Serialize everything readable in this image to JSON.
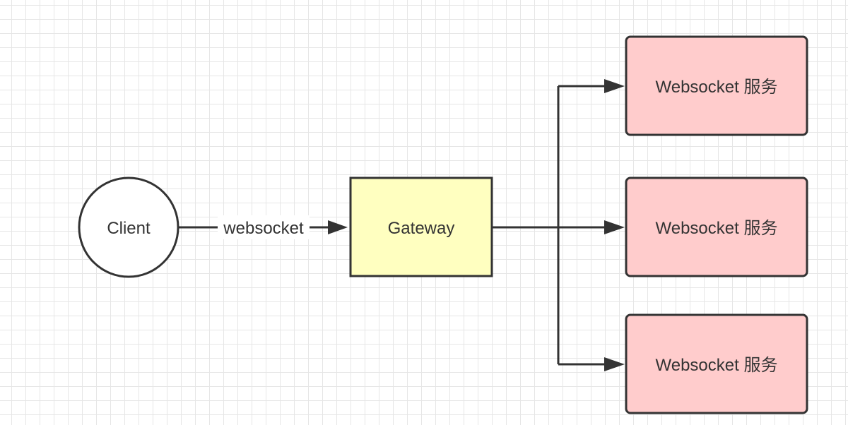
{
  "diagram": {
    "client": {
      "label": "Client"
    },
    "gateway": {
      "label": "Gateway"
    },
    "edge_client_gateway": {
      "label": "websocket"
    },
    "services": [
      {
        "label": "Websocket 服务"
      },
      {
        "label": "Websocket 服务"
      },
      {
        "label": "Websocket 服务"
      }
    ]
  },
  "colors": {
    "client_fill": "#ffffff",
    "gateway_fill": "#ffffc0",
    "service_fill": "#ffcccc",
    "stroke": "#333333"
  }
}
